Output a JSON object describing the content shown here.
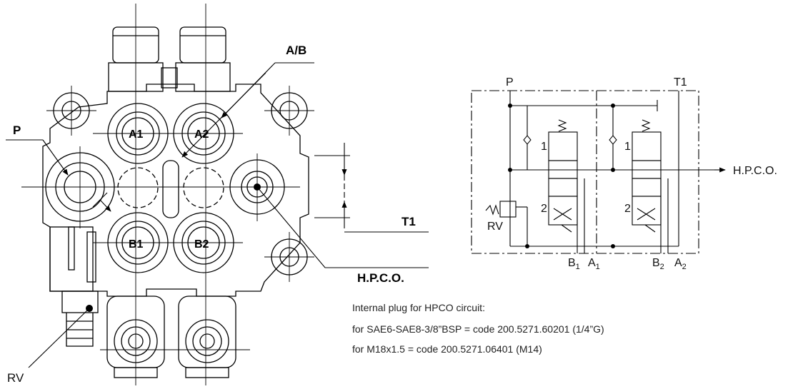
{
  "drawing": {
    "callouts": {
      "ab": "A/B",
      "p": "P",
      "t1": "T1",
      "hpco": "H.P.C.O.",
      "rv": "RV"
    },
    "ports": {
      "a1": "A1",
      "a2": "A2",
      "b1": "B1",
      "b2": "B2"
    }
  },
  "schematic": {
    "p": "P",
    "t1": "T1",
    "hpco": "H.P.C.O.",
    "rv": "RV",
    "b1": "B",
    "b1_sub": "1",
    "a1": "A",
    "a1_sub": "1",
    "b2": "B",
    "b2_sub": "2",
    "a2": "A",
    "a2_sub": "2",
    "pos1": "1",
    "pos2": "2"
  },
  "notes": {
    "line1": "Internal plug for HPCO circuit:",
    "line2": "for SAE6-SAE8-3/8”BSP =  code 200.5271.60201 (1/4”G)",
    "line3": "for M18x1.5 =  code 200.5271.06401 (M14)"
  }
}
